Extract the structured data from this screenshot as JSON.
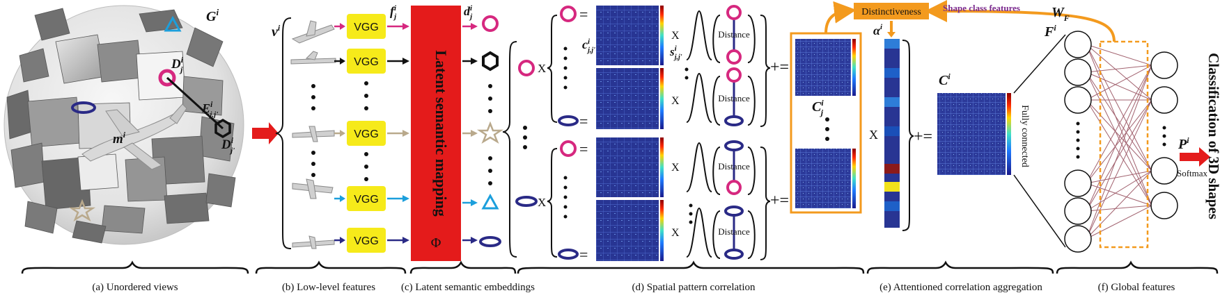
{
  "colors": {
    "magenta": "#d6287f",
    "black": "#111111",
    "tan": "#b9a98c",
    "cyan": "#1c9fdc",
    "navy": "#2a2a86",
    "red": "#e41b1b",
    "yellow": "#f6ea1a",
    "orange": "#f39a1e",
    "purple": "#7b2a8e",
    "heat_bg": "#283593"
  },
  "sections": {
    "a": "(a) Unordered views",
    "b": "(b) Low-level features",
    "c": "(c) Latent semantic embeddings",
    "d": "(d) Spatial pattern correlation",
    "e": "(e) Attentioned correlation aggregation",
    "f": "(f) Global features"
  },
  "sphere": {
    "G": "G",
    "G_sup": "i",
    "D": "D",
    "D_sub": "j",
    "D_sup": "i",
    "D2": "D",
    "D2_sub": "j'",
    "D2_sup": "i",
    "E": "E",
    "E_sub": "j,j'",
    "E_sup": "i",
    "m": "m",
    "m_sup": "i"
  },
  "views": {
    "label": "v",
    "label_sup": "i",
    "vgg": "VGG",
    "f": "f",
    "f_sub": "j",
    "f_sup": "i"
  },
  "latent": {
    "title": "Latent semantic mapping",
    "phi": "Φ",
    "d": "d",
    "d_sub": "j",
    "d_sup": "i"
  },
  "correlation": {
    "c": "c",
    "c_sub": "j,j'",
    "c_sup": "i",
    "s": "s",
    "s_sub": "j,j'",
    "s_sup": "i",
    "C": "C",
    "C_sub": "j",
    "C_sup": "i",
    "x": "X",
    "eq": "=",
    "plus_eq": "+=",
    "distance": "Distance"
  },
  "attention": {
    "distinctiveness": "Distinctiveness",
    "shape_class": "Shape class features",
    "W": "W",
    "W_sub": "F",
    "alpha": "α",
    "alpha_sup": "i",
    "x": "X",
    "plus_eq": "+=",
    "C": "C",
    "C_sup": "i"
  },
  "global": {
    "F": "F",
    "F_sup": "i",
    "fully_connected": "Fully connected",
    "P": "P",
    "P_sup": "i",
    "softmax": "Softmax",
    "classification": "Classification of 3D shapes"
  }
}
